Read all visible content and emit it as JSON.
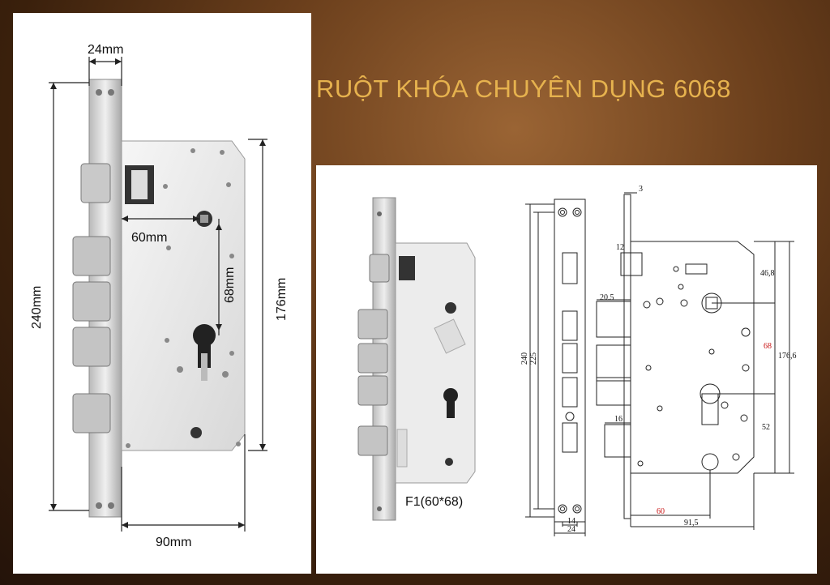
{
  "title": "RUỘT KHÓA CHUYÊN DỤNG 6068",
  "left_dims": {
    "top_width": "24mm",
    "height_total": "240mm",
    "backset": "60mm",
    "center_distance": "68mm",
    "case_height": "176mm",
    "case_width": "90mm"
  },
  "photo_caption": "F1(60*68)",
  "drawing_dims": {
    "top_offset": "3",
    "latch": "12",
    "bolt": "20.5",
    "small_bolt": "16",
    "upper": "46,8",
    "center": "68",
    "height": "176,6",
    "lower": "52",
    "backset": "60",
    "width": "91,5",
    "face_total": "240",
    "face_inner": "225",
    "face_width": "24",
    "face_inner_width": "14"
  },
  "colors": {
    "title": "#e6b24e",
    "red_dims": "#c81414"
  }
}
